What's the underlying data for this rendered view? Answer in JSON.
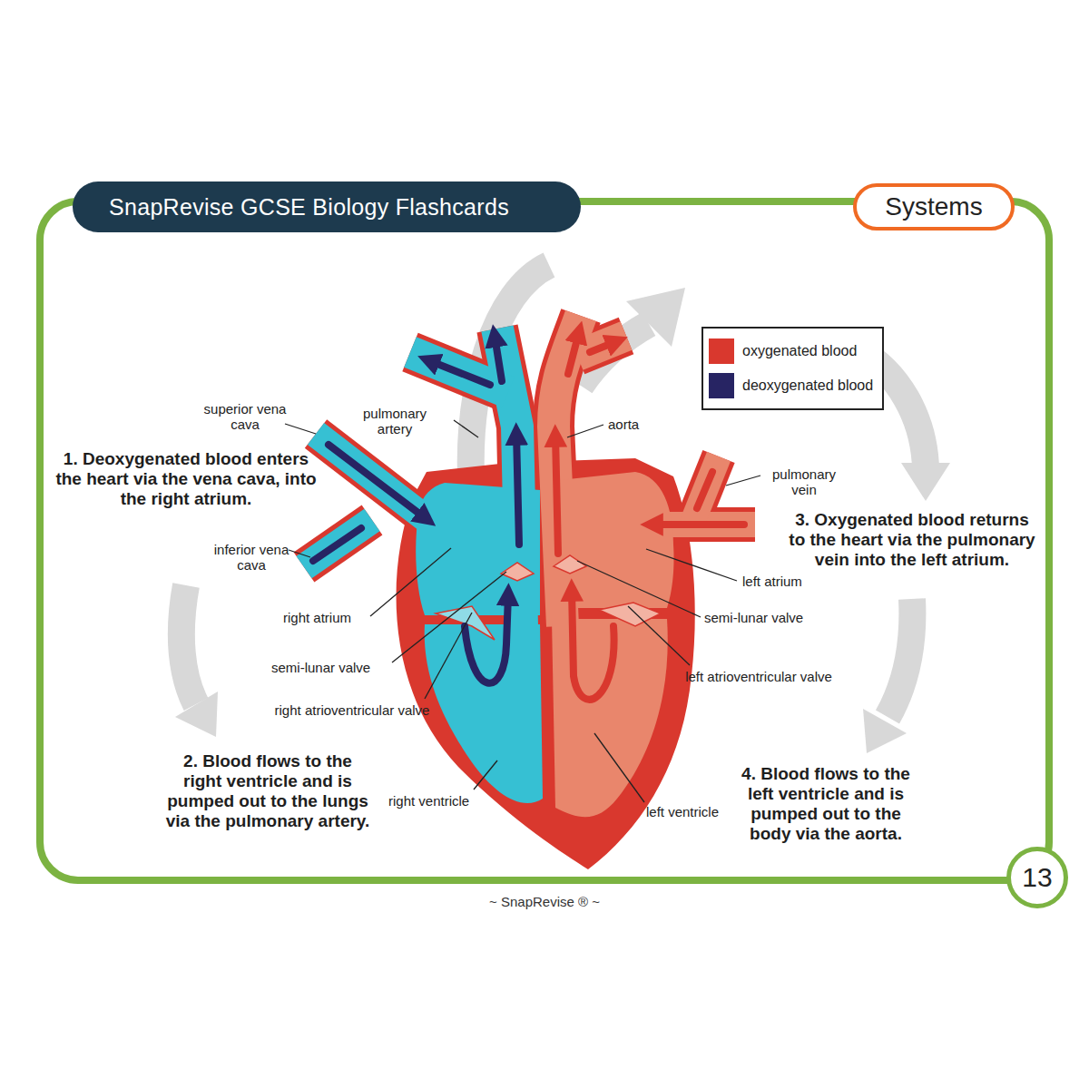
{
  "diagram": {
    "title": "SnapRevise GCSE Biology Flashcards",
    "nodes": [
      {
        "text": [
          "Systems"
        ]
      },
      {
        "text": [
          "13"
        ]
      }
    ],
    "labels": [
      "superior vena cava",
      "pulmonary artery",
      "aorta",
      "1. Deoxygenated blood enters the heart via the vena cava, into the right atrium.",
      "pulmonary vein",
      "3. Oxygenated blood returns to the heart via the pulmonary vein into the left atrium.",
      "inferior vena cava",
      "left atrium",
      "right atrium",
      "semi-lunar valve",
      "semi-lunar valve",
      "left atrioventricular valve",
      "right atrioventricular valve",
      "2. Blood flows to the right ventricle and is pumped out to the lungs via the pulmonary artery.",
      "right ventricle",
      "left ventricle",
      "4. Blood flows to the left ventricle and is pumped out to the body via the aorta.",
      "~ SnapRevise ® ~"
    ],
    "legend": [
      {
        "text": "oxygenated blood",
        "color": "#d9382e"
      },
      {
        "text": "deoxygenated blood",
        "color": "#272463"
      }
    ]
  }
}
